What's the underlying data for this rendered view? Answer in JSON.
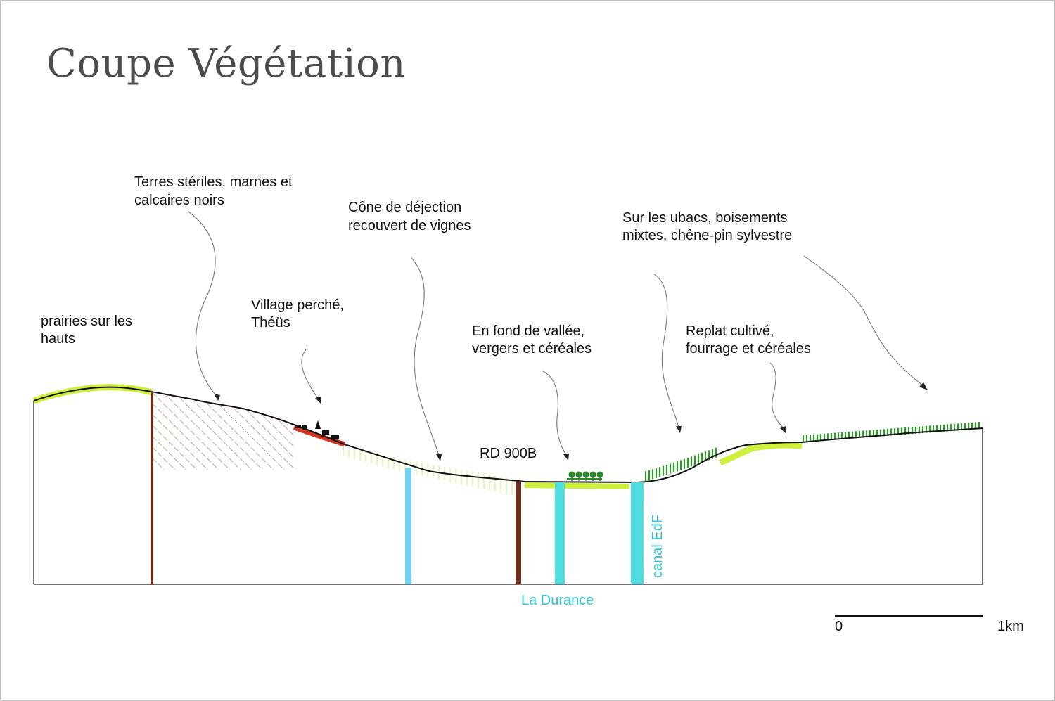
{
  "title": "Coupe Végétation",
  "colors": {
    "ground_line": "#111111",
    "grassland": "#ccf03c",
    "sterile_hatch": "#a87a56",
    "village": "#d2371f",
    "vineyard_hatch": "#d4e86c",
    "forest_hatch": "#2f9a2a",
    "orchard_trees": "#2a8a2a",
    "road_bar": "#6a2e1a",
    "water": "#31c6d4",
    "title_text": "#4d4d4d",
    "frame": "#bdbdbd"
  },
  "annotations": {
    "prairies": [
      "prairies sur les",
      "hauts"
    ],
    "terres": [
      "Terres stériles, marnes et",
      "calcaires noirs"
    ],
    "village": [
      "Village perché,",
      "Théüs"
    ],
    "cone": [
      "Cône de déjection",
      "recouvert de vignes"
    ],
    "fond": [
      "En fond de vallée,",
      "vergers et céréales"
    ],
    "ubacs": [
      "Sur les ubacs, boisements",
      "mixtes, chêne-pin sylvestre"
    ],
    "replat": [
      "Replat cultivé,",
      "fourrage et céréales"
    ]
  },
  "labels": {
    "road": "RD 900B",
    "canal": "canal EdF",
    "river": "La Durance"
  },
  "scale_bar": {
    "start": "0",
    "end": "1km"
  }
}
